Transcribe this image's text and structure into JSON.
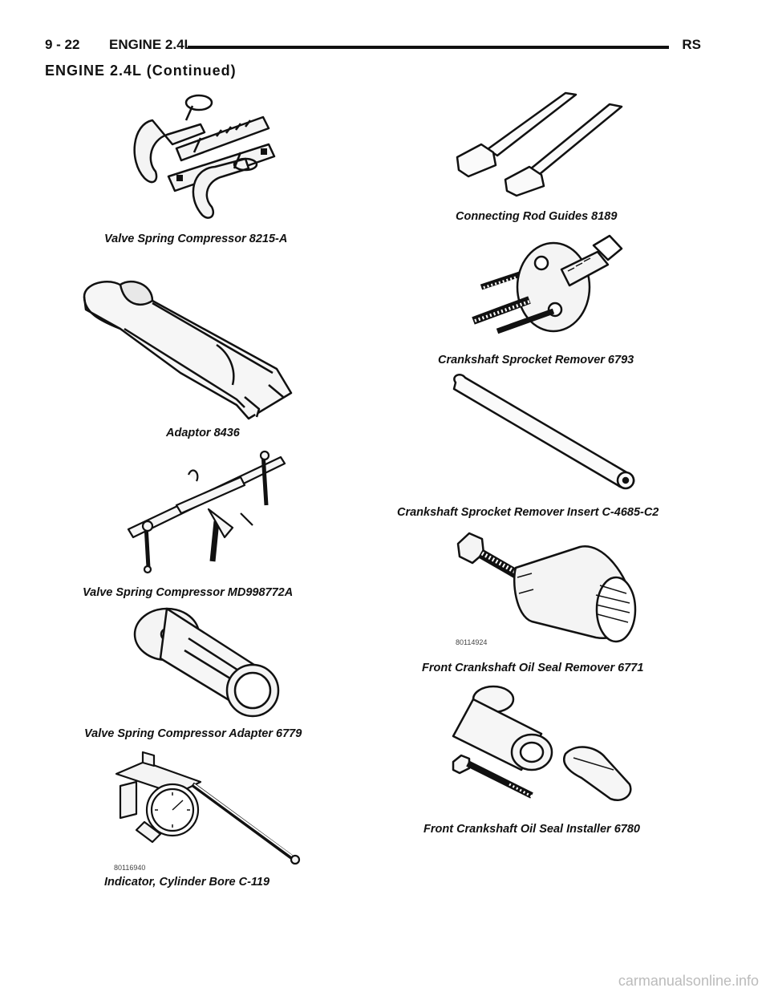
{
  "header": {
    "page_number": "9 - 22",
    "section": "ENGINE 2.4L",
    "model": "RS"
  },
  "subheader": "ENGINE 2.4L (Continued)",
  "figures": [
    {
      "caption": "Valve Spring Compressor 8215-A"
    },
    {
      "caption": "Connecting Rod Guides 8189"
    },
    {
      "caption": "Crankshaft Sprocket Remover 6793"
    },
    {
      "caption": "Adaptor 8436"
    },
    {
      "caption": "Crankshaft Sprocket Remover Insert C-4685-C2"
    },
    {
      "caption": "Valve Spring Compressor MD998772A"
    },
    {
      "caption": "Front Crankshaft Oil Seal Remover 6771"
    },
    {
      "caption": "Valve Spring Compressor Adapter 6779"
    },
    {
      "caption": "Front Crankshaft Oil Seal Installer 6780"
    },
    {
      "caption": "Indicator, Cylinder Bore C-119"
    }
  ],
  "stamps": [
    "80114924",
    "80116940"
  ],
  "watermark": "carmanualsonline.info"
}
